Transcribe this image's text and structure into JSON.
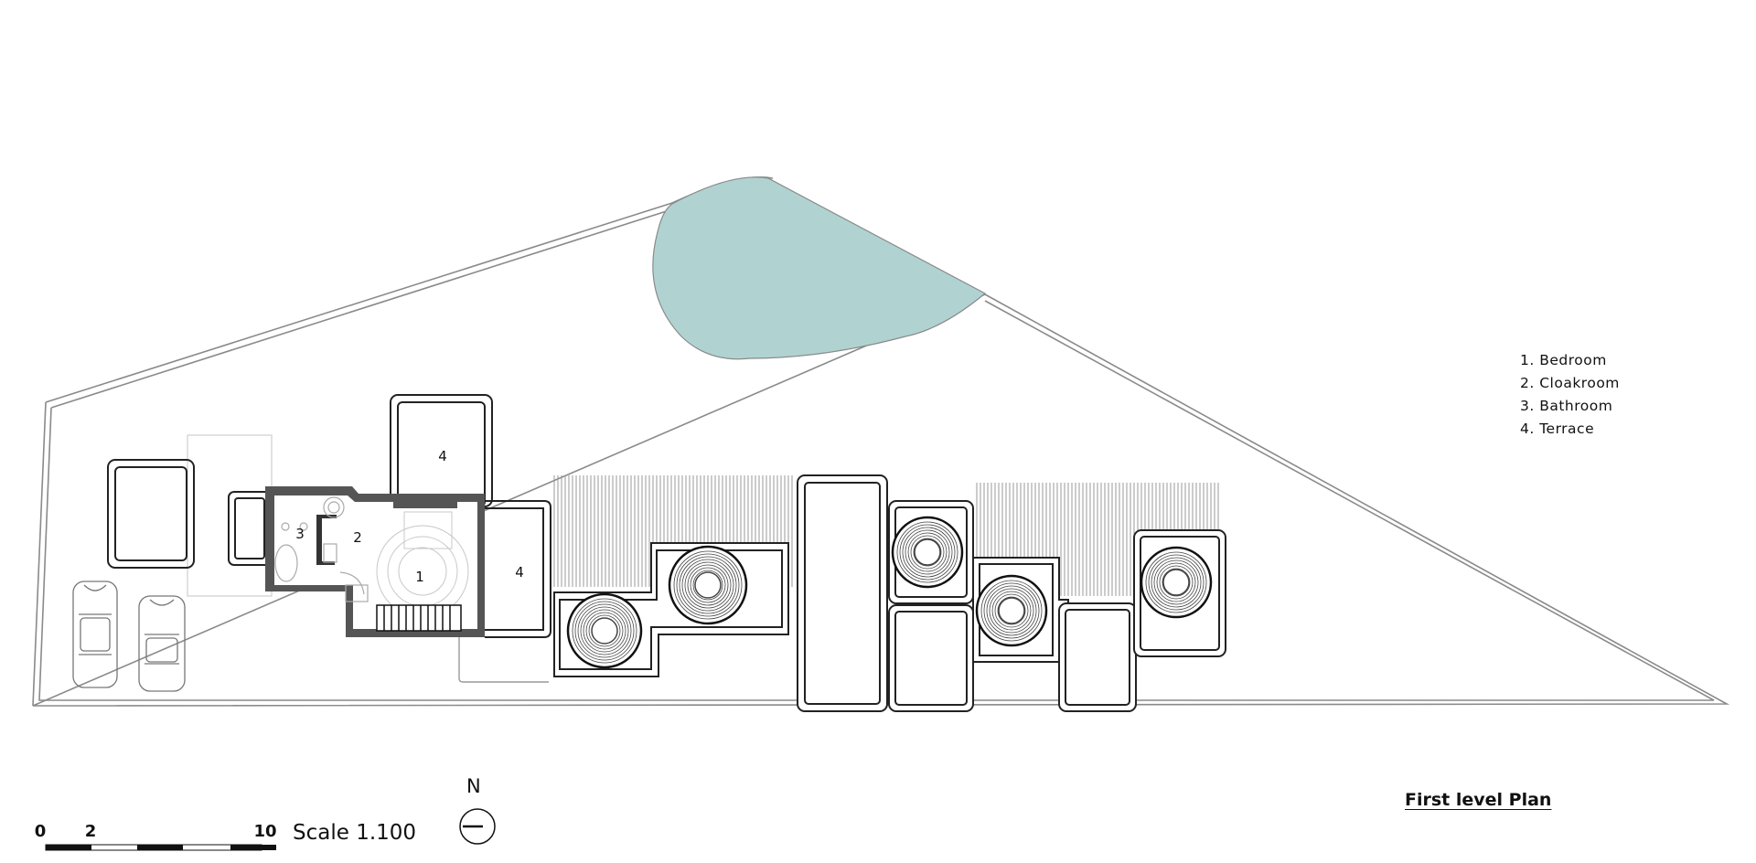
{
  "legend": {
    "items": [
      "1. Bedroom",
      "2. Cloakroom",
      "3. Bathroom",
      "4. Terrace"
    ]
  },
  "plan_title": "First level Plan",
  "scale": {
    "label": "Scale 1.100",
    "ticks": [
      "0",
      "2",
      "10"
    ]
  },
  "north_label": "N",
  "room_numbers": {
    "bedroom": "1",
    "cloakroom": "2",
    "bathroom": "3",
    "terrace_north": "4",
    "terrace_east": "4"
  },
  "colors": {
    "pool": "#b0d3d2",
    "wall": "#555555",
    "line": "#222222",
    "site_boundary": "#888888"
  }
}
